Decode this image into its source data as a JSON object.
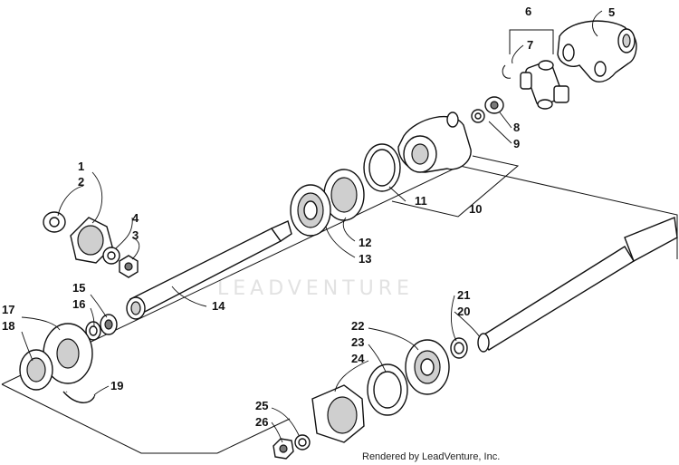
{
  "watermark": "LEADVENTURE",
  "credit": "Rendered by LeadVenture, Inc.",
  "callouts": [
    "1",
    "2",
    "3",
    "4",
    "5",
    "6",
    "7",
    "8",
    "9",
    "10",
    "11",
    "12",
    "13",
    "14",
    "15",
    "16",
    "17",
    "18",
    "19",
    "20",
    "21",
    "22",
    "23",
    "24",
    "25",
    "26"
  ]
}
